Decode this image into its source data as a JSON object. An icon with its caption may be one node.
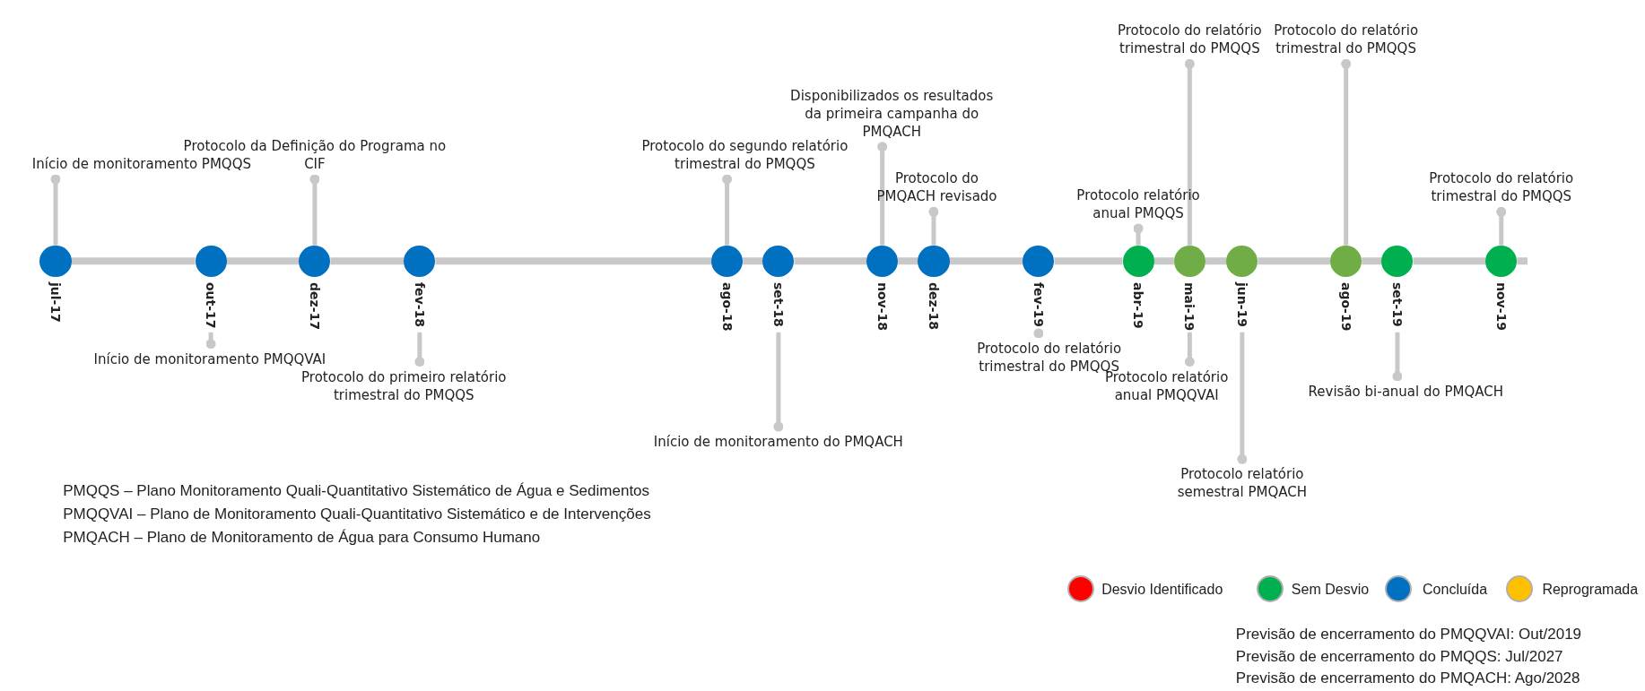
{
  "diagram": {
    "nodes": [
      {
        "text": [],
        "shape": "circle",
        "beside": [
          "jul-17"
        ]
      },
      {
        "text": [],
        "shape": "circle",
        "beside": [
          "out-17"
        ]
      },
      {
        "text": [],
        "shape": "circle",
        "beside": [
          "dez-17"
        ]
      },
      {
        "text": [],
        "shape": "circle",
        "beside": [
          "fev-18"
        ]
      },
      {
        "text": [],
        "shape": "circle",
        "beside": [
          "ago-18"
        ]
      },
      {
        "text": [],
        "shape": "circle",
        "beside": [
          "set-18"
        ]
      },
      {
        "text": [],
        "shape": "circle",
        "beside": [
          "nov-18"
        ]
      },
      {
        "text": [],
        "shape": "circle",
        "beside": [
          "dez-18"
        ]
      },
      {
        "text": [],
        "shape": "circle",
        "beside": [
          "fev-19"
        ]
      },
      {
        "text": [],
        "shape": "circle",
        "beside": [
          "abr-19"
        ]
      },
      {
        "text": [],
        "shape": "circle",
        "beside": [
          "mai-19"
        ]
      },
      {
        "text": [],
        "shape": "circle",
        "beside": [
          "jun-19"
        ]
      },
      {
        "text": [],
        "shape": "circle",
        "beside": [
          "ago-19"
        ]
      },
      {
        "text": [],
        "shape": "circle",
        "beside": [
          "set-19"
        ]
      },
      {
        "text": [],
        "shape": "circle",
        "beside": [
          "nov-19"
        ]
      },
      {
        "text": [
          "Início de monitoramento PMQQS"
        ]
      },
      {
        "text": [
          "Início de monitoramento PMQQVAI"
        ]
      },
      {
        "text": [
          "Protocolo da Definição do Programa no CIF"
        ]
      },
      {
        "text": [
          "Protocolo do primeiro relatório trimestral do PMQQS"
        ]
      },
      {
        "text": [
          "Protocolo do segundo relatório trimestral do PMQQS"
        ]
      },
      {
        "text": [
          "Início de monitoramento do PMQACH"
        ]
      },
      {
        "text": [
          "Disponibilizados os resultados da primeira campanha do PMQACH"
        ]
      },
      {
        "text": [
          "Protocolo do PMQACH revisado"
        ]
      },
      {
        "text": [
          "Protocolo do relatório trimestral do PMQQS"
        ]
      },
      {
        "text": [
          "Protocolo relatório anual PMQQS"
        ]
      },
      {
        "text": [
          "Protocolo do relatório trimestral do PMQQS"
        ]
      },
      {
        "text": [
          "Protocolo relatório anual PMQQVAI"
        ]
      },
      {
        "text": [
          "Protocolo relatório semestral PMQACH"
        ]
      },
      {
        "text": [
          "Protocolo do relatório trimestral do PMQQS"
        ]
      },
      {
        "text": [
          "Revisão bi-anual do PMQACH"
        ]
      },
      {
        "text": [
          "Protocolo do relatório trimestral do PMQQS"
        ]
      }
    ],
    "edges": [
      {
        "from": 0,
        "to": 1,
        "arrow": "none"
      },
      {
        "from": 1,
        "to": 2,
        "arrow": "none"
      },
      {
        "from": 2,
        "to": 3,
        "arrow": "none"
      },
      {
        "from": 3,
        "to": 4,
        "arrow": "none"
      },
      {
        "from": 4,
        "to": 5,
        "arrow": "none"
      },
      {
        "from": 5,
        "to": 6,
        "arrow": "none"
      },
      {
        "from": 6,
        "to": 7,
        "arrow": "none"
      },
      {
        "from": 7,
        "to": 8,
        "arrow": "none"
      },
      {
        "from": 8,
        "to": 9,
        "arrow": "none"
      },
      {
        "from": 9,
        "to": 10,
        "arrow": "none"
      },
      {
        "from": 10,
        "to": 11,
        "arrow": "none"
      },
      {
        "from": 11,
        "to": 12,
        "arrow": "none"
      },
      {
        "from": 12,
        "to": 13,
        "arrow": "none"
      },
      {
        "from": 13,
        "to": 14,
        "arrow": "none"
      },
      {
        "from": 0,
        "to": 15,
        "arrow": "other"
      },
      {
        "from": 1,
        "to": 16,
        "arrow": "other"
      },
      {
        "from": 2,
        "to": 17,
        "arrow": "other"
      },
      {
        "from": 3,
        "to": 18,
        "arrow": "other"
      },
      {
        "from": 4,
        "to": 19,
        "arrow": "other"
      },
      {
        "from": 5,
        "to": 20,
        "arrow": "other"
      },
      {
        "from": 6,
        "to": 21,
        "arrow": "other"
      },
      {
        "from": 7,
        "to": 22,
        "arrow": "other"
      },
      {
        "from": 8,
        "to": 23,
        "arrow": "other"
      },
      {
        "from": 9,
        "to": 24,
        "arrow": "other"
      },
      {
        "from": 10,
        "to": 25,
        "arrow": "other"
      },
      {
        "from": 10,
        "to": 26,
        "arrow": "other"
      },
      {
        "from": 11,
        "to": 27,
        "arrow": "other"
      },
      {
        "from": 12,
        "to": 28,
        "arrow": "other"
      },
      {
        "from": 13,
        "to": 29,
        "arrow": "other"
      },
      {
        "from": 14,
        "to": 30,
        "arrow": "other"
      }
    ],
    "labels": [
      "PMQQS – Plano Monitoramento Quali-Quantitativo Sistemático de Água e Sedimentos",
      "PMQQVAI – Plano de Monitoramento Quali-Quantitativo Sistemático e de Intervenções",
      "PMQACH – Plano de Monitoramento de Água para Consumo Humano",
      "Previsão de encerramento do PMQQVAI: Out/2019",
      "Previsão de encerramento do PMQQS: Jul/2027",
      "Previsão de encerramento do PMQACH: Ago/2028"
    ],
    "legend": [
      {
        "text": "Desvio Identificado",
        "color": "#ff0000"
      },
      {
        "text": "Sem Desvio",
        "color": "#00b050"
      },
      {
        "text": "Concluída",
        "color": "#0070c0"
      },
      {
        "text": "Reprogramada",
        "color": "#ffc000"
      }
    ]
  }
}
